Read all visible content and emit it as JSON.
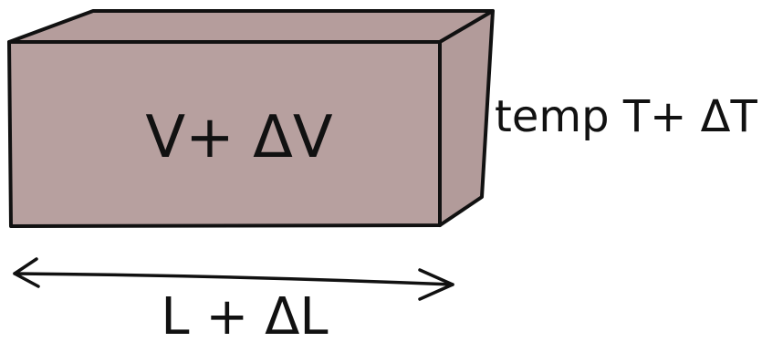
{
  "diagram": {
    "volume_label": "V+ ΔV",
    "temperature_label": "temp T+ ΔT",
    "length_label": "L + ΔL",
    "colors": {
      "box_fill": "#b7a09f",
      "box_top": "#b59d9c",
      "box_side": "#b29b9a",
      "stroke": "#111111",
      "background": "#ffffff"
    }
  }
}
